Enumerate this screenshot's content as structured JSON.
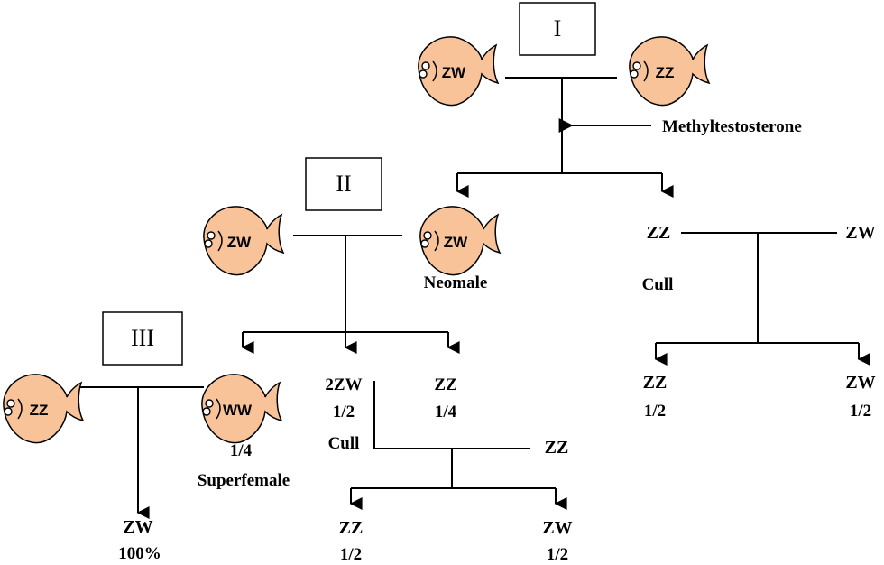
{
  "generations": {
    "g1": "I",
    "g2": "II",
    "g3": "III"
  },
  "fish": {
    "g1_left": "ZW",
    "g1_right": "ZZ",
    "g2_left": "ZW",
    "g2_right": "ZW",
    "g3_left": "ZZ",
    "g3_right": "WW"
  },
  "labels": {
    "methyltestosterone": "Methyltestosterone",
    "neomale": "Neomale",
    "superfemale": "Superfemale",
    "cull_right": "Cull",
    "cull_mid": "Cull",
    "right_cross_left": "ZZ",
    "right_cross_right": "ZW",
    "right_off_left_geno": "ZZ",
    "right_off_left_frac": "1/2",
    "right_off_right_geno": "ZW",
    "right_off_right_frac": "1/2",
    "g2_off_2zw": "2ZW",
    "g2_off_2zw_frac": "1/2",
    "g2_off_zz": "ZZ",
    "g2_off_zz_frac": "1/4",
    "ww_frac": "1/4",
    "mid_cross_right": "ZZ",
    "mid_off_left_geno": "ZZ",
    "mid_off_left_frac": "1/2",
    "mid_off_right_geno": "ZW",
    "mid_off_right_frac": "1/2",
    "g3_off_geno": "ZW",
    "g3_off_pct": "100%"
  },
  "colors": {
    "fish_fill": "#f9c39a",
    "line": "#000000"
  }
}
